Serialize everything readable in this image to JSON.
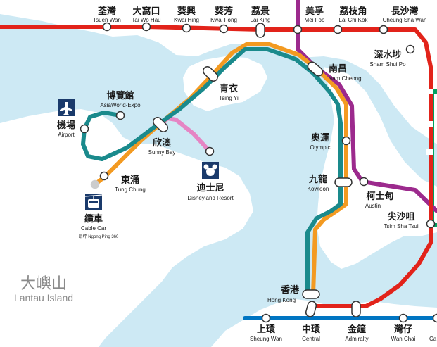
{
  "colors": {
    "sea": "#cde9f4",
    "land": "#ffffff",
    "tsuen_wan_line": "#e2231a",
    "tung_chung_line": "#f39a21",
    "airport_express": "#1a8a8c",
    "disneyland_resort_line": "#e585c4",
    "tuen_ma_line": "#9c2a8d",
    "island_line": "#0075c2",
    "kwun_tong_line": "#00a15f",
    "station": "#ffffff",
    "station_outline": "#333333"
  },
  "stations": {
    "tsuen_wan": {
      "zh": "荃灣",
      "en": "Tsuen Wan"
    },
    "tai_wo_hau": {
      "zh": "大窩口",
      "en": "Tai Wo Hau"
    },
    "kwai_hing": {
      "zh": "葵興",
      "en": "Kwai Hing"
    },
    "kwai_fong": {
      "zh": "葵芳",
      "en": "Kwai Fong"
    },
    "lai_king": {
      "zh": "荔景",
      "en": "Lai King"
    },
    "mei_foo": {
      "zh": "美孚",
      "en": "Mei Foo"
    },
    "lai_chi_kok": {
      "zh": "荔枝角",
      "en": "Lai Chi Kok"
    },
    "cheung_sha_wan": {
      "zh": "長沙灣",
      "en": "Cheung Sha Wan"
    },
    "sham_shui_po": {
      "zh": "深水埗",
      "en": "Sham Shui Po"
    },
    "nam_cheong": {
      "zh": "南昌",
      "en": "Nam Cheong"
    },
    "tsing_yi": {
      "zh": "青衣",
      "en": "Tsing Yi"
    },
    "asiaworld_expo": {
      "zh": "博覽館",
      "en": "AsiaWorld-Expo"
    },
    "airport": {
      "zh": "機場",
      "en": "Airport"
    },
    "sunny_bay": {
      "zh": "欣澳",
      "en": "Sunny Bay"
    },
    "disneyland_resort": {
      "zh": "迪士尼",
      "en": "Disneyland Resort"
    },
    "tung_chung": {
      "zh": "東涌",
      "en": "Tung Chung"
    },
    "olympic": {
      "zh": "奧運",
      "en": "Olympic"
    },
    "kowloon": {
      "zh": "九龍",
      "en": "Kowloon"
    },
    "austin": {
      "zh": "柯士甸",
      "en": "Austin"
    },
    "tsim_sha_tsui": {
      "zh": "尖沙咀",
      "en": "Tsim Sha Tsui"
    },
    "hong_kong": {
      "zh": "香港",
      "en": "Hong Kong"
    },
    "sheung_wan": {
      "zh": "上環",
      "en": "Sheung Wan"
    },
    "central": {
      "zh": "中環",
      "en": "Central"
    },
    "admiralty": {
      "zh": "金鐘",
      "en": "Admiralty"
    },
    "wan_chai": {
      "zh": "灣仔",
      "en": "Wan Chai"
    },
    "causeway_bay_partial": {
      "en": "Ca"
    }
  },
  "cable_car": {
    "zh": "纜車",
    "en": "Cable Car",
    "sub": "昂坪 Ngong Ping 360"
  },
  "region": {
    "zh": "大嶼山",
    "en": "Lantau Island"
  },
  "icons": {
    "airport": "airplane-icon",
    "cable_car": "cable-car-icon",
    "disneyland": "mickey-mouse-icon"
  }
}
